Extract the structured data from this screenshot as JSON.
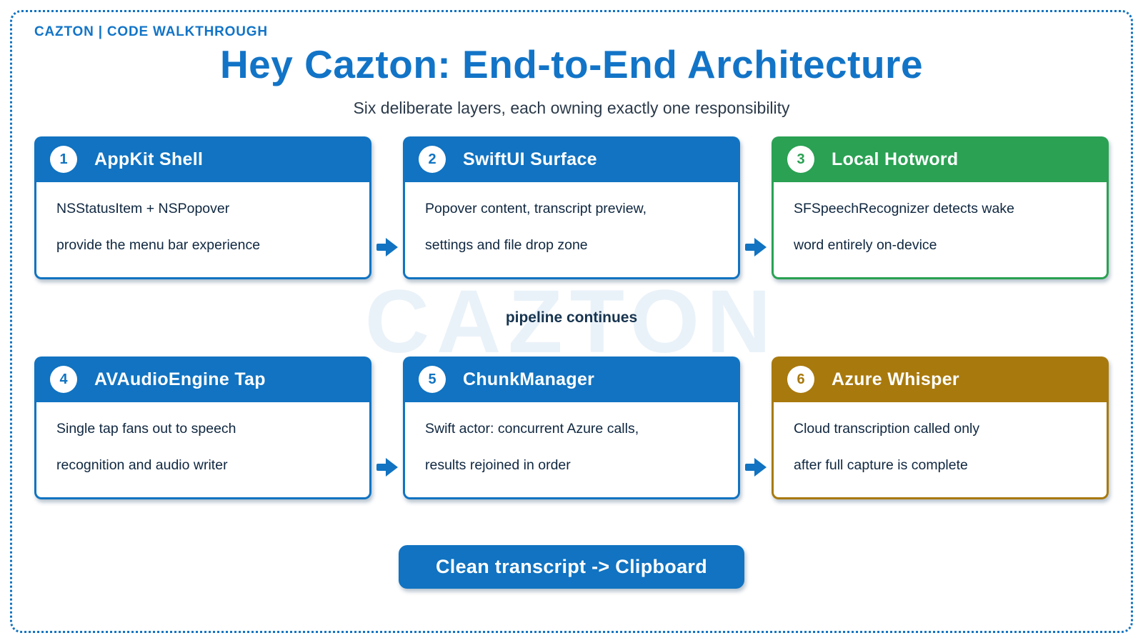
{
  "header": {
    "brand": "CAZTON  |  CODE WALKTHROUGH",
    "title": "Hey Cazton: End-to-End Architecture",
    "subtitle": "Six deliberate layers, each owning exactly one responsibility"
  },
  "middle": {
    "watermark": "CAZTON",
    "note": "pipeline continues"
  },
  "footer": {
    "button_label": "Clean transcript -> Clipboard"
  },
  "colors": {
    "primary_blue": "#1173c1",
    "green": "#2aa153",
    "gold": "#a8790d",
    "body_text": "#0f2740",
    "frame_dotted_blue": "#1173c1"
  },
  "cards": [
    {
      "number": "1",
      "title": "AppKit Shell",
      "accent": "blue",
      "lines": [
        "NSStatusItem + NSPopover",
        "provide the menu bar experience"
      ]
    },
    {
      "number": "2",
      "title": "SwiftUI Surface",
      "accent": "blue",
      "lines": [
        "Popover content, transcript preview,",
        "settings and file drop zone"
      ]
    },
    {
      "number": "3",
      "title": "Local Hotword",
      "accent": "green",
      "lines": [
        "SFSpeechRecognizer detects wake",
        "word entirely on-device"
      ]
    },
    {
      "number": "4",
      "title": "AVAudioEngine Tap",
      "accent": "blue",
      "lines": [
        "Single tap fans out to speech",
        "recognition and audio writer"
      ]
    },
    {
      "number": "5",
      "title": "ChunkManager",
      "accent": "blue",
      "lines": [
        "Swift actor: concurrent Azure calls,",
        "results rejoined in order"
      ]
    },
    {
      "number": "6",
      "title": "Azure Whisper",
      "accent": "gold",
      "lines": [
        "Cloud transcription called only",
        "after full capture is complete"
      ]
    }
  ]
}
